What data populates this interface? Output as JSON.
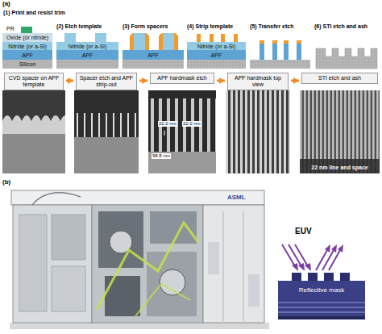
{
  "diagram": {
    "nodes": [
      {
        "text": [
          "Oxide (or nitride)"
        ]
      },
      {
        "text": [
          "Nitride (or a-Si)"
        ]
      },
      {
        "text": [
          "APF"
        ]
      },
      {
        "text": [
          "Silicon"
        ]
      },
      {
        "text": [
          "Nitride (or a-Si)"
        ]
      },
      {
        "text": [
          "APF"
        ]
      },
      {
        "text": [
          "APF"
        ]
      },
      {
        "text": [
          "Nitride (or a-Si)"
        ]
      },
      {
        "text": [
          "APF"
        ]
      },
      {
        "text": [
          "CVD spacer on APF template"
        ]
      },
      {
        "text": [
          "Spacer etch and APF strip-out"
        ]
      },
      {
        "text": [
          "APF hardmask etch"
        ]
      },
      {
        "text": [
          "APF hardmask top view"
        ]
      },
      {
        "text": [
          "STI etch and ash",
          "22 nm line and space"
        ]
      },
      {
        "text": [
          "Reflective mask"
        ]
      }
    ],
    "edges": [
      {
        "from": 9,
        "to": 10,
        "arrow": "to"
      },
      {
        "from": 10,
        "to": 11,
        "arrow": "to"
      },
      {
        "from": 11,
        "to": 12,
        "arrow": "to"
      },
      {
        "from": 12,
        "to": 13,
        "arrow": "to"
      }
    ],
    "labels": [
      "(a)",
      "(1) Print and resist trim",
      "PR",
      "(2) Etch template",
      "(3) Form spacers",
      "(4) Strip template",
      "(5) Transfer etch",
      "(6) STI etch and ash",
      "22.0 nm",
      "22.0 nm",
      "98.8 nm",
      "(b)",
      "ASML",
      "EUV"
    ]
  }
}
